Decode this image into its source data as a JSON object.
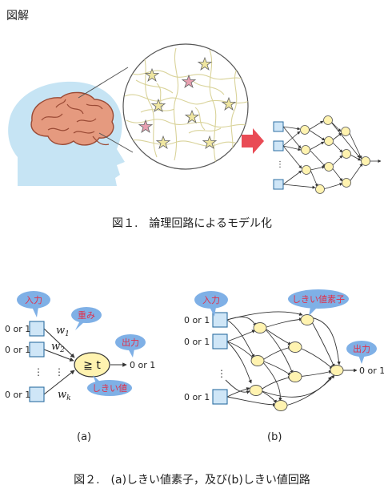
{
  "header": {
    "title": "図解"
  },
  "figure1": {
    "caption": "図１.　論理回路によるモデル化"
  },
  "figure2": {
    "caption": "図２.　(a)しきい値素子，及び(b)しきい値回路",
    "a": {
      "label": "(a)",
      "input_bubble": "入力",
      "weight_bubble": "重み",
      "output_bubble": "出力",
      "threshold_bubble": "しきい値",
      "input_value": "0 or 1",
      "output_value": "0 or 1",
      "node_symbol": "≧ t",
      "weights": [
        "w1",
        "w2",
        "wk"
      ]
    },
    "b": {
      "label": "(b)",
      "input_bubble": "入力",
      "element_bubble": "しきい値素子",
      "output_bubble": "出力",
      "input_value": "0 or 1",
      "output_value": "0 or 1"
    }
  },
  "colors": {
    "bubble": "#7fb0e6",
    "bubble_text": "#e0304a",
    "input_box": "#cfe6f7",
    "node": "#fff3b0",
    "brain": "#e59a7f",
    "head": "#c6e4f4",
    "arrow": "#e94b55"
  }
}
